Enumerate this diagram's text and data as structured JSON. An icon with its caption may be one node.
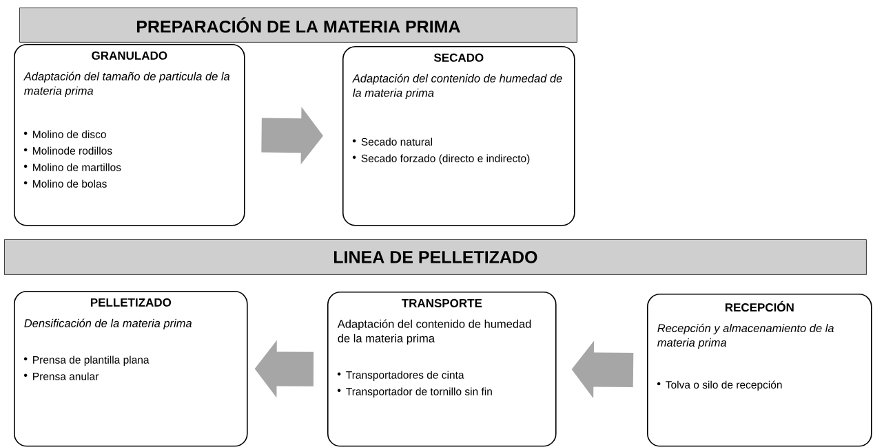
{
  "diagram": {
    "nodes": [
      {
        "text": [
          "PREPARACIÓN DE LA MATERIA PRIMA"
        ]
      },
      {
        "text": [
          "GRANULADO",
          "Adaptación del tamaño de particula de la materia prima",
          "Molino de disco",
          "Molinode rodillos",
          "Molino de martillos",
          "Molino de bolas"
        ]
      },
      {
        "text": [
          "SECADO",
          "Adaptación del contenido de humedad de la materia prima",
          "Secado natural",
          "Secado forzado (directo e indirecto)"
        ]
      },
      {
        "text": [
          "LINEA DE PELLETIZADO"
        ]
      },
      {
        "text": [
          "PELLETIZADO",
          "Densificación de la materia prima",
          "Prensa de plantilla plana",
          "Prensa anular"
        ]
      },
      {
        "text": [
          "TRANSPORTE",
          "Adaptación del contenido de humedad de la materia prima",
          "Transportadores de cinta",
          "Transportador de tornillo sin fin"
        ]
      },
      {
        "text": [
          "RECEPCIÓN",
          "Recepción y almacenamiento de la materia prima",
          "Tolva o silo de recepción"
        ]
      }
    ],
    "edges": [
      {
        "from": 1,
        "to": 2,
        "arrow": "to"
      },
      {
        "from": 6,
        "to": 5,
        "arrow": "to"
      },
      {
        "from": 5,
        "to": 4,
        "arrow": "to"
      }
    ]
  }
}
